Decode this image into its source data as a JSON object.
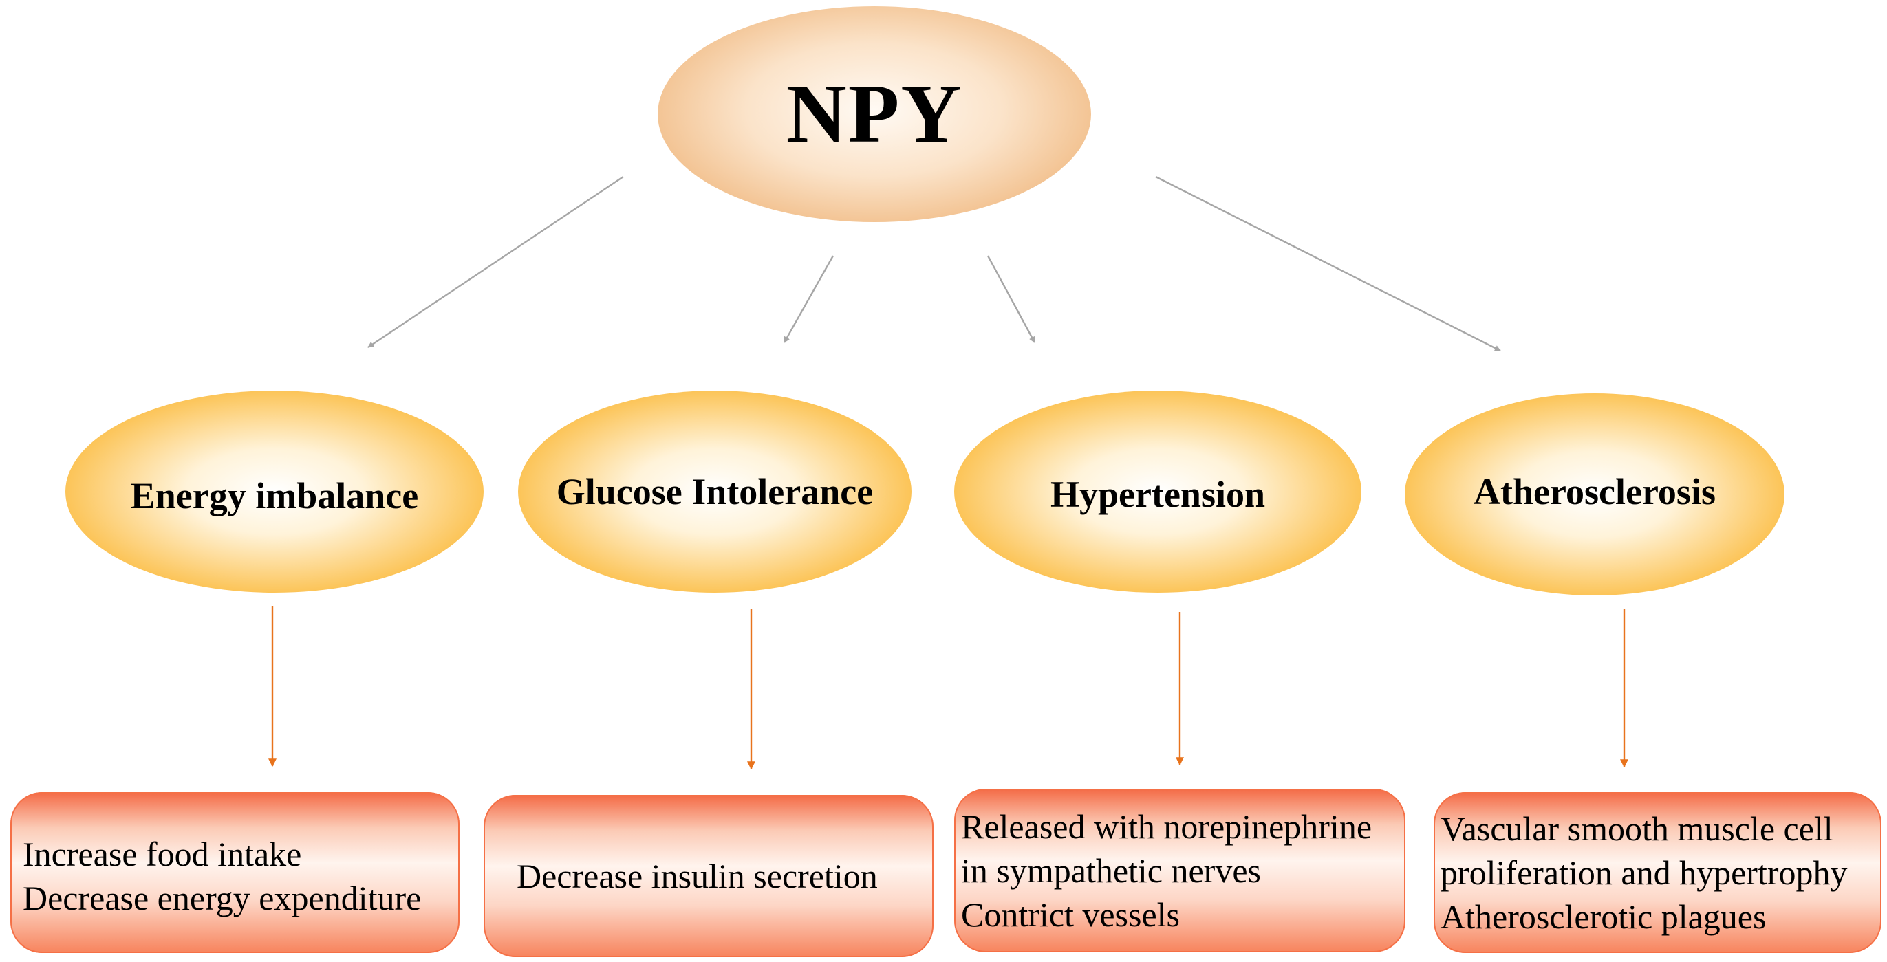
{
  "nodes": {
    "root": {
      "label": "NPY"
    },
    "energy": {
      "label": "Energy imbalance"
    },
    "glucose": {
      "label": "Glucose Intolerance"
    },
    "hypertension": {
      "label": "Hypertension"
    },
    "atherosclerosis": {
      "label": "Atherosclerosis"
    }
  },
  "effects": {
    "energy": [
      "Increase food intake",
      "Decrease energy expenditure"
    ],
    "glucose": [
      "Decrease insulin secretion"
    ],
    "hypertension": [
      "Released with norepinephrine",
      "in sympathetic nerves",
      "Contrict vessels"
    ],
    "atherosclerosis": [
      "Vascular smooth muscle cell",
      "proliferation and hypertrophy",
      "Atherosclerotic plagues"
    ]
  },
  "colors": {
    "gray_arrow": "#a6a6a6",
    "orange_arrow": "#e8731c",
    "root_fill": "#f1bd88",
    "oval_fill": "#f3a008",
    "box_fill": "#f46a45"
  }
}
